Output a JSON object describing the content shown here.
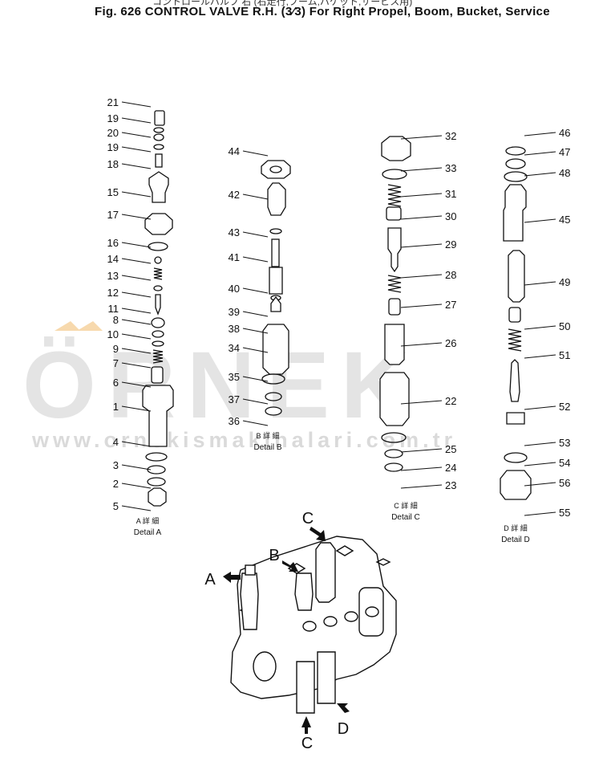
{
  "title": "Fig. 626  CONTROL VALVE R.H. (3⁄3) For Right Propel, Boom, Bucket, Service",
  "title_jp": "コントロールバルブ 右 (右走行,ブーム,バケット,サービス用)",
  "watermark": {
    "logo": "ÖRNEK",
    "url": "www.ornekismakinalari.com.tr"
  },
  "details": [
    {
      "id": "A",
      "caption_jp": "A 詳 細",
      "caption": "Detail A",
      "parts": [
        "21",
        "19",
        "20",
        "19",
        "18",
        "15",
        "17",
        "16",
        "14",
        "13",
        "12",
        "11",
        "8",
        "10",
        "9",
        "7",
        "6",
        "1",
        "4",
        "3",
        "2",
        "5"
      ]
    },
    {
      "id": "B",
      "caption_jp": "B 詳 細",
      "caption": "Detail B",
      "parts": [
        "44",
        "42",
        "43",
        "41",
        "40",
        "39",
        "38",
        "34",
        "35",
        "37",
        "36"
      ]
    },
    {
      "id": "C",
      "caption_jp": "C 詳 細",
      "caption": "Detail C",
      "parts": [
        "32",
        "33",
        "31",
        "30",
        "29",
        "28",
        "27",
        "26",
        "22",
        "25",
        "24",
        "23"
      ]
    },
    {
      "id": "D",
      "caption_jp": "D 詳 細",
      "caption": "Detail D",
      "parts": [
        "46",
        "47",
        "48",
        "45",
        "49",
        "50",
        "51",
        "52",
        "53",
        "54",
        "56",
        "55"
      ]
    }
  ],
  "assembly_pointers": [
    "A",
    "B",
    "C",
    "C",
    "D"
  ],
  "colors": {
    "line": "#111111",
    "watermark": "#e4e4e4",
    "accent": "#f3c98a"
  }
}
